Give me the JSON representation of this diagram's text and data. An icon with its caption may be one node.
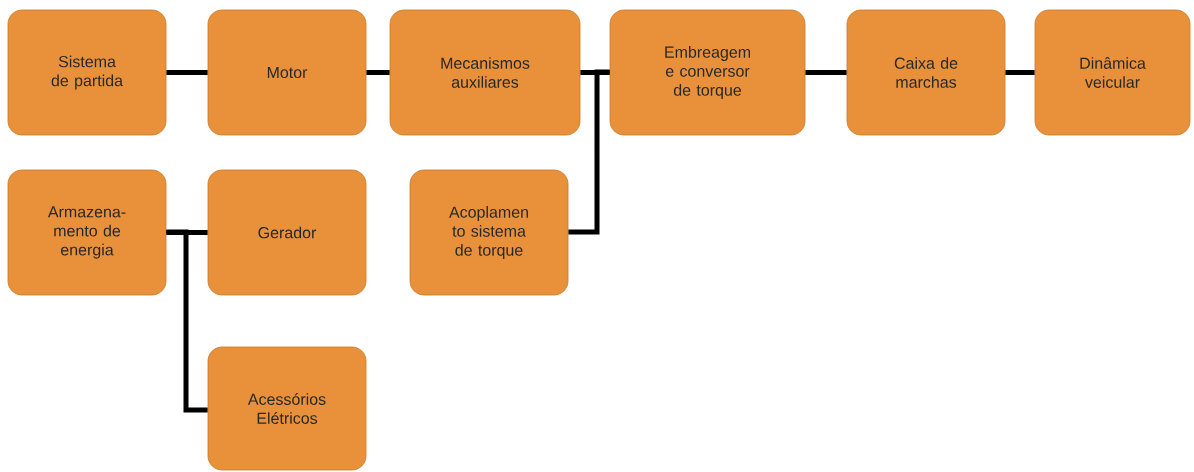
{
  "diagram": {
    "nodes": [
      {
        "text": [
          "Sistema de partida"
        ]
      },
      {
        "text": [
          "Motor"
        ]
      },
      {
        "text": [
          "Mecanismos auxiliares"
        ]
      },
      {
        "text": [
          "Embreagem e conversor de torque"
        ]
      },
      {
        "text": [
          "Caixa de marchas"
        ]
      },
      {
        "text": [
          "Dinâmica veicular"
        ]
      },
      {
        "text": [
          "Armazena- mento de energia"
        ]
      },
      {
        "text": [
          "Gerador"
        ]
      },
      {
        "text": [
          "Acoplamen to sistema de torque"
        ]
      },
      {
        "text": [
          "Acessórios Elétricos"
        ]
      }
    ],
    "edges": [
      {
        "from": 0,
        "to": 1,
        "arrow": "none"
      },
      {
        "from": 1,
        "to": 2,
        "arrow": "none"
      },
      {
        "from": 2,
        "to": 3,
        "arrow": "none"
      },
      {
        "from": 3,
        "to": 4,
        "arrow": "none"
      },
      {
        "from": 4,
        "to": 5,
        "arrow": "none"
      },
      {
        "from": 8,
        "to": 3,
        "arrow": "none"
      },
      {
        "from": 6,
        "to": 7,
        "arrow": "none"
      },
      {
        "from": 6,
        "to": 9,
        "arrow": "none"
      }
    ]
  }
}
